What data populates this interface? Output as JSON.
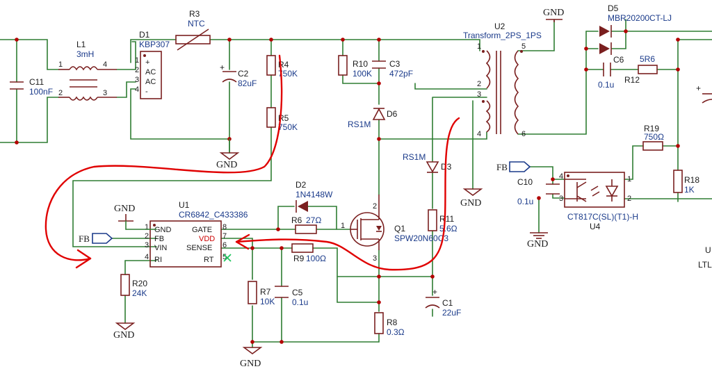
{
  "labels": {
    "gnd": "GND",
    "fb": "FB",
    "vdd": "VDD",
    "l1": {
      "ref": "L1",
      "val": "3mH"
    },
    "c11": {
      "ref": "C11",
      "val": "100nF"
    },
    "d1": {
      "ref": "D1",
      "val": "KBP307"
    },
    "r3": {
      "ref": "R3",
      "val": "NTC"
    },
    "c2": {
      "ref": "C2",
      "val": "82uF"
    },
    "r4": {
      "ref": "R4",
      "val": "750K"
    },
    "r5": {
      "ref": "R5",
      "val": "750K"
    },
    "r10": {
      "ref": "R10",
      "val": "100K"
    },
    "c3": {
      "ref": "C3",
      "val": "472pF"
    },
    "d6": {
      "ref": "D6",
      "val": "RS1M"
    },
    "u2": {
      "ref": "U2",
      "val": "Transform_2PS_1PS"
    },
    "d5": {
      "ref": "D5",
      "val": "MBR20200CT-LJ"
    },
    "c6": {
      "ref": "C6",
      "val": "0.1u"
    },
    "r12": {
      "ref": "R12",
      "val": "5R6"
    },
    "d2": {
      "ref": "D2",
      "val": "1N4148W"
    },
    "r6": {
      "ref": "R6",
      "val": "27Ω"
    },
    "r9": {
      "ref": "R9",
      "val": "100Ω"
    },
    "u1": {
      "ref": "U1",
      "val": "CR6842_C433386"
    },
    "q1": {
      "ref": "Q1",
      "val": "SPW20N60C3"
    },
    "d3": {
      "ref": "D3",
      "val": "RS1M"
    },
    "r11": {
      "ref": "R11",
      "val": "5.6Ω"
    },
    "r19": {
      "ref": "R19",
      "val": "750Ω"
    },
    "r18": {
      "ref": "R18",
      "val": "1K"
    },
    "c10": {
      "ref": "C10",
      "val": "0.1u"
    },
    "u4": {
      "ref": "U4",
      "val": "CT817C(SL)(T1)-H"
    },
    "r20": {
      "ref": "R20",
      "val": "24K"
    },
    "r7": {
      "ref": "R7",
      "val": "10K"
    },
    "c5": {
      "ref": "C5",
      "val": "0.1u"
    },
    "r8": {
      "ref": "R8",
      "val": "0.3Ω"
    },
    "c1": {
      "ref": "C1",
      "val": "22uF"
    },
    "edge_u": "U",
    "edge_ltl": "LTL"
  },
  "u1_pins_left": [
    "GND",
    "FB",
    "VIN",
    "RI"
  ],
  "u1_pins_right": [
    "GATE",
    "VDD",
    "SENSE",
    "RT"
  ],
  "d1_pins": [
    "+",
    "AC",
    "AC",
    "-"
  ],
  "pin_numbers": {
    "u1_left": [
      "1",
      "2",
      "3",
      "4"
    ],
    "u1_right": [
      "8",
      "7",
      "6",
      "5"
    ],
    "d1": [
      "1",
      "2",
      "3",
      "4"
    ],
    "l1": [
      "1",
      "2",
      "3",
      "4"
    ],
    "u2": [
      "1",
      "2",
      "3",
      "4",
      "5",
      "6"
    ],
    "u4": [
      "1",
      "2",
      "3",
      "4"
    ],
    "q1": [
      "1",
      "2",
      "3"
    ]
  },
  "colors": {
    "wire": "#2e7d32",
    "body": "#7a1f1f",
    "ref": "#1a1a1a",
    "value": "#1a3a8a",
    "annotation": "#e00000",
    "vdd": "#cc0000"
  }
}
